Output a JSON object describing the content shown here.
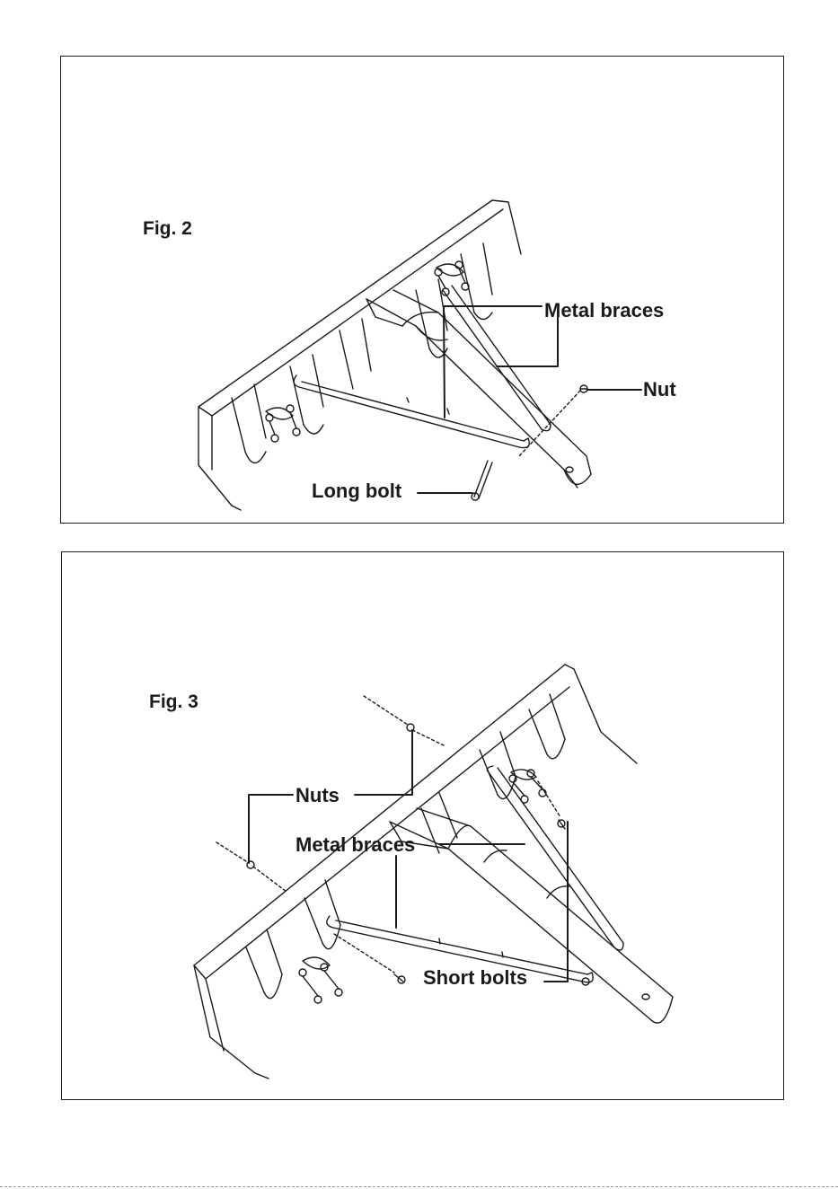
{
  "figures": [
    {
      "title": "Fig. 2",
      "labels": {
        "metal_braces": "Metal braces",
        "nut": "Nut",
        "long_bolt": "Long bolt"
      }
    },
    {
      "title": "Fig. 3",
      "labels": {
        "nuts": "Nuts",
        "metal_braces": "Metal braces",
        "short_bolts": "Short bolts"
      }
    }
  ]
}
